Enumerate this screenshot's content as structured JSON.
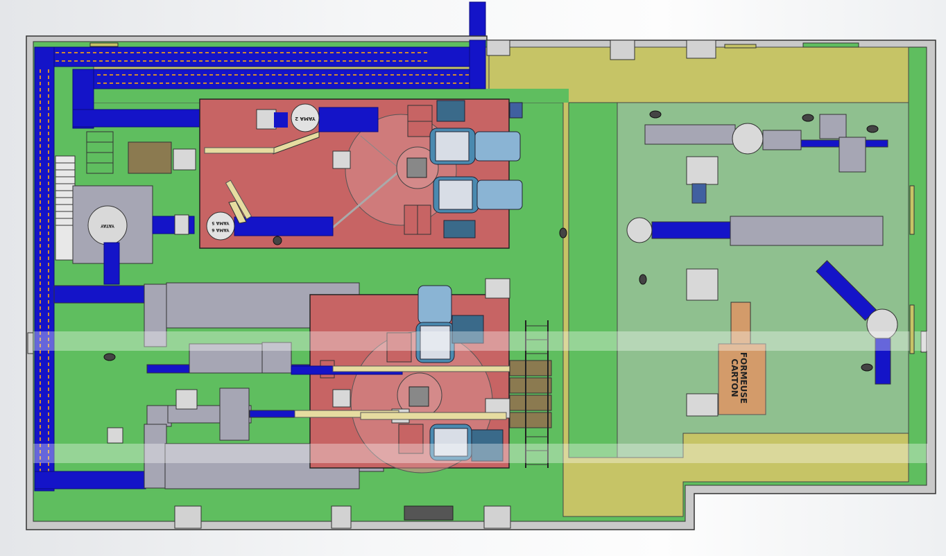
{
  "labels": {
    "yama2": "YAMA 2",
    "yama5": "YAMA 5",
    "yama6": "YAMA 6",
    "yatay": "YATAY",
    "formeuse_line1": "FORMEUSE",
    "formeuse_line2": "CARTON"
  },
  "colors": {
    "floor_green": "#5fbe5f",
    "walkway_yellow": "#c6c466",
    "packing_area": "#8fc08f",
    "machine_platform": "#c76464",
    "conveyor_blue": "#1414c8",
    "equipment_grey": "#a6a6b4",
    "carton_former": "#d39b6a",
    "wall_grey": "#c9c9c9"
  },
  "icons": [
    "operator-figure-icon",
    "robot-arm-icon",
    "pump-motor-icon",
    "stair-icon"
  ]
}
